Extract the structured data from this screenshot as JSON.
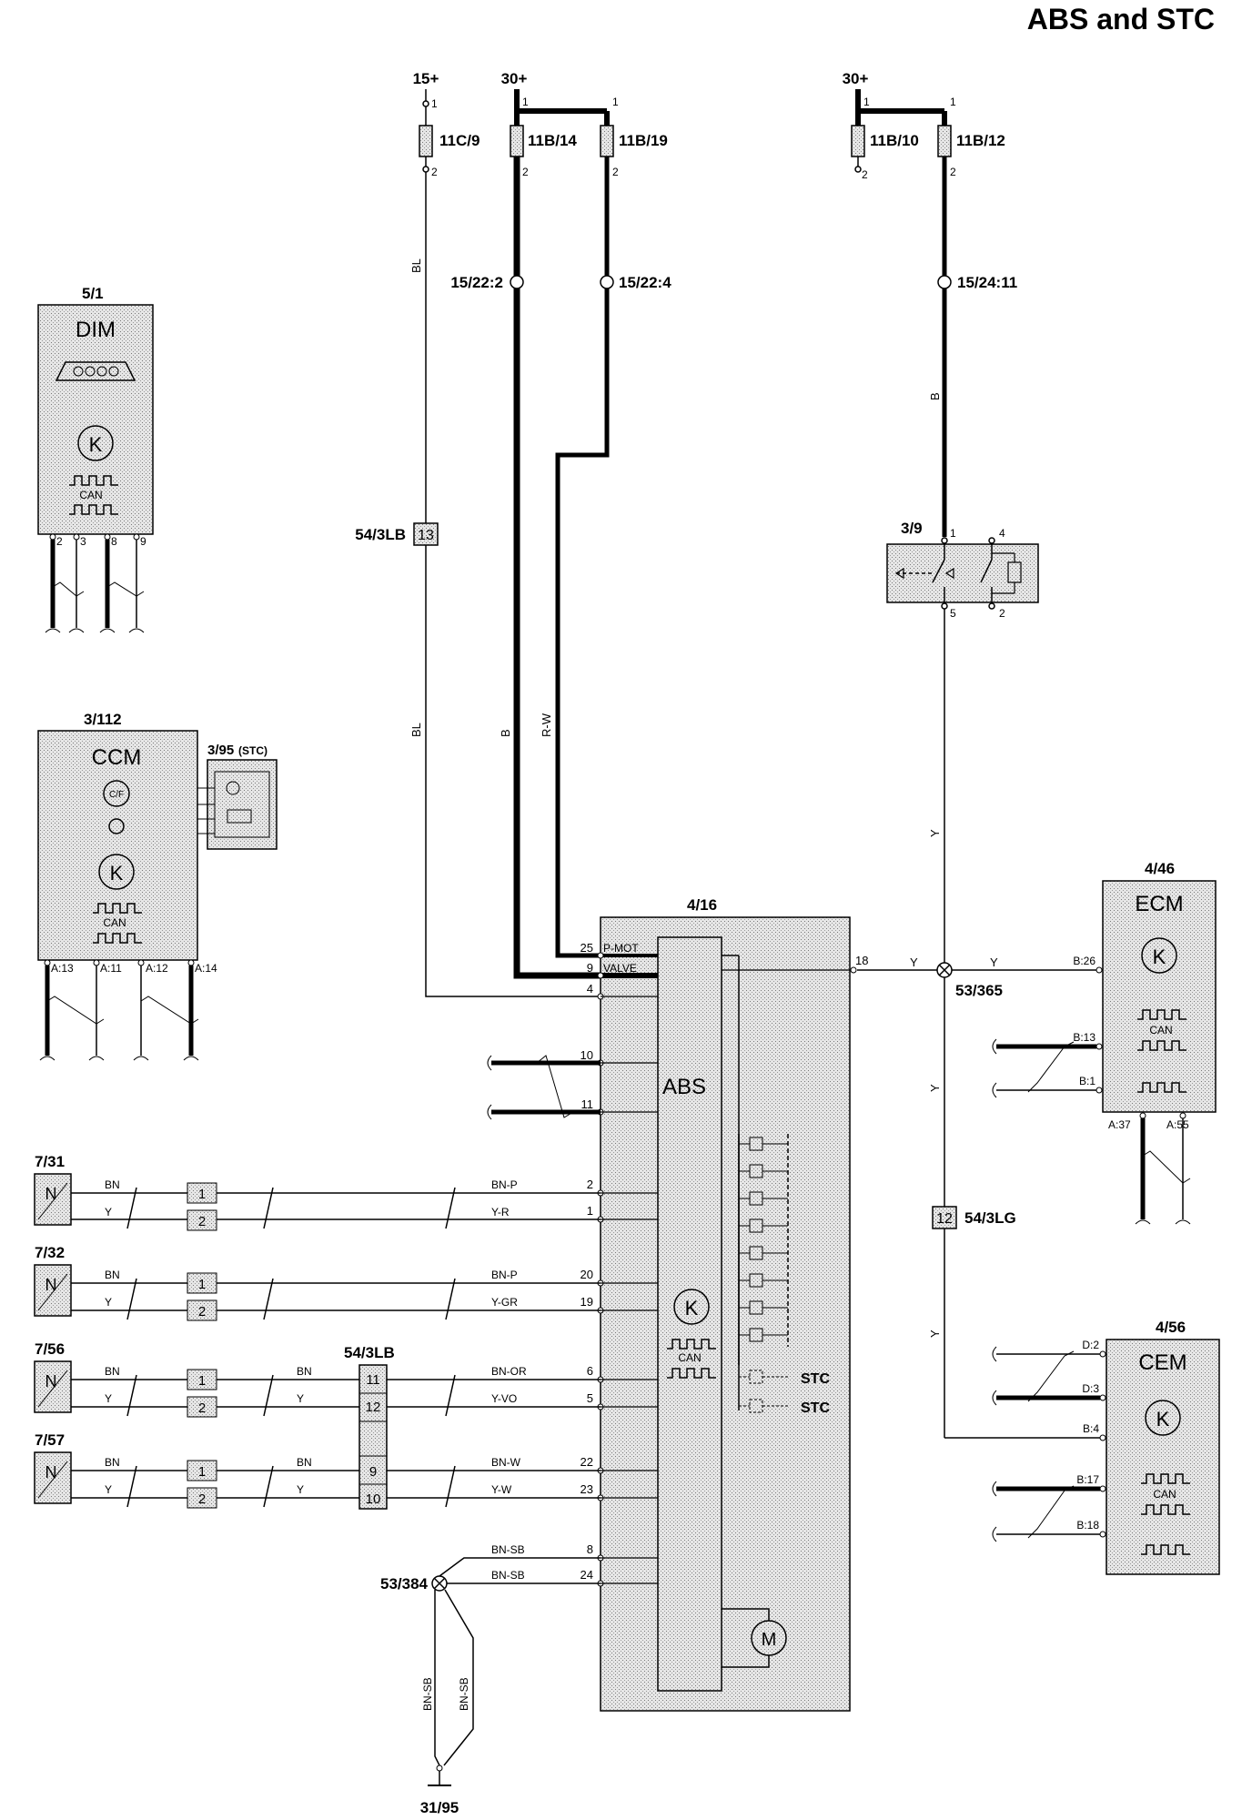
{
  "title": "ABS and STC",
  "fuses": {
    "f15": "15+",
    "f30a": "30+",
    "f30b": "30+",
    "f11c9": "11C/9",
    "f11b14": "11B/14",
    "f11b19": "11B/19",
    "f11b10": "11B/10",
    "f11b12": "11B/12"
  },
  "connectors": {
    "c1522_2": "15/22:2",
    "c1522_4": "15/22:4",
    "c1524_11": "15/24:11",
    "c543lb_top": "54/3LB",
    "c543lb_top_pin": "13",
    "c543lg": "54/3LG",
    "c543lg_pin": "12",
    "c543lb_mid": "54/3LB",
    "s53365": "53/365",
    "s53384": "53/384",
    "g3195": "31/95"
  },
  "wires": {
    "bl1": "BL",
    "bl2": "BL",
    "b1": "B",
    "rw": "R-W",
    "b2": "B",
    "y1": "Y",
    "y2": "Y",
    "y3": "Y",
    "y4": "Y",
    "y5": "Y",
    "bnsb1": "BN-SB",
    "bnsb2": "BN-SB",
    "bnsb3": "BN-SB",
    "bnsb4": "BN-SB"
  },
  "modules": {
    "dim": {
      "ref": "5/1",
      "name": "DIM",
      "can": "CAN",
      "pins": [
        "2",
        "3",
        "8",
        "9"
      ]
    },
    "ccm": {
      "ref": "3/112",
      "name": "CCM",
      "can": "CAN",
      "pins": [
        "A:13",
        "A:11",
        "A:12",
        "A:14"
      ],
      "switch_ref": "3/95",
      "switch_tag": "(STC)",
      "cf": "C/F"
    },
    "abs": {
      "ref": "4/16",
      "name": "ABS",
      "can": "CAN",
      "pmot": "P-MOT",
      "valve": "VALVE",
      "stc1": "STC",
      "stc2": "STC",
      "pins": {
        "p25": "25",
        "p9": "9",
        "p4": "4",
        "p10": "10",
        "p11": "11",
        "p18": "18",
        "p2": "2",
        "p1": "1",
        "p20": "20",
        "p19": "19",
        "p6": "6",
        "p5": "5",
        "p22": "22",
        "p23": "23",
        "p8": "8",
        "p24": "24"
      }
    },
    "ecm": {
      "ref": "4/46",
      "name": "ECM",
      "can": "CAN",
      "pins": {
        "b26": "B:26",
        "b13": "B:13",
        "b1": "B:1",
        "a37": "A:37",
        "a55": "A:55"
      }
    },
    "cem": {
      "ref": "4/56",
      "name": "CEM",
      "can": "CAN",
      "pins": {
        "d2": "D:2",
        "d3": "D:3",
        "b4": "B:4",
        "b17": "B:17",
        "b18": "B:18"
      }
    },
    "sw39": {
      "ref": "3/9",
      "pins": {
        "p1": "1",
        "p4": "4",
        "p5": "5",
        "p2": "2"
      }
    }
  },
  "sensors": [
    {
      "ref": "7/31",
      "w1": "BN",
      "w2": "Y",
      "t1": "BN-P",
      "t2": "Y-R"
    },
    {
      "ref": "7/32",
      "w1": "BN",
      "w2": "Y",
      "t1": "BN-P",
      "t2": "Y-GR"
    },
    {
      "ref": "7/56",
      "w1": "BN",
      "w2": "Y",
      "m1": "BN",
      "m2": "Y",
      "t1": "BN-OR",
      "t2": "Y-VO"
    },
    {
      "ref": "7/57",
      "w1": "BN",
      "w2": "Y",
      "m1": "BN",
      "m2": "Y",
      "t1": "BN-W",
      "t2": "Y-W"
    }
  ],
  "sensor_n": "N",
  "conn_pins": {
    "one": "1",
    "two": "2",
    "c11": "11",
    "c12": "12",
    "c9": "9",
    "c10": "10"
  },
  "fuse_pins": {
    "one": "1",
    "two": "2"
  }
}
